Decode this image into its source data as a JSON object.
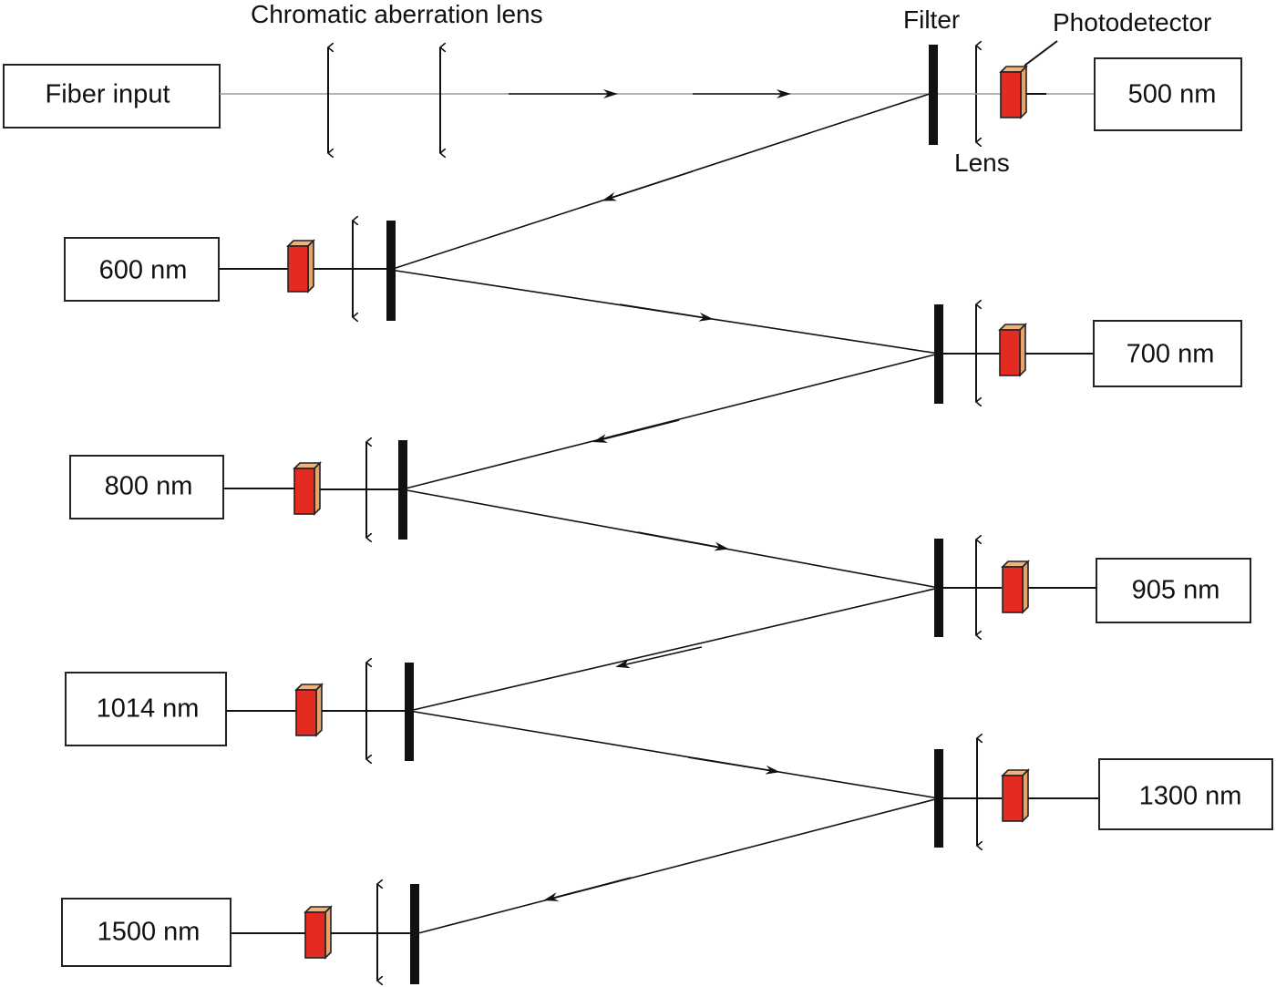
{
  "labels": {
    "chromatic_lens": "Chromatic aberration lens",
    "filter": "Filter",
    "photodetector": "Photodetector",
    "lens": "Lens",
    "fiber_input": "Fiber input"
  },
  "channels": [
    {
      "wavelength": "500 nm"
    },
    {
      "wavelength": "600 nm"
    },
    {
      "wavelength": "700 nm"
    },
    {
      "wavelength": "800 nm"
    },
    {
      "wavelength": "905 nm"
    },
    {
      "wavelength": "1014 nm"
    },
    {
      "wavelength": "1300 nm"
    },
    {
      "wavelength": "1500 nm"
    }
  ],
  "colors": {
    "photodetector_front": "#e32b22",
    "photodetector_side": "#e8a36a",
    "filter": "#111111"
  }
}
